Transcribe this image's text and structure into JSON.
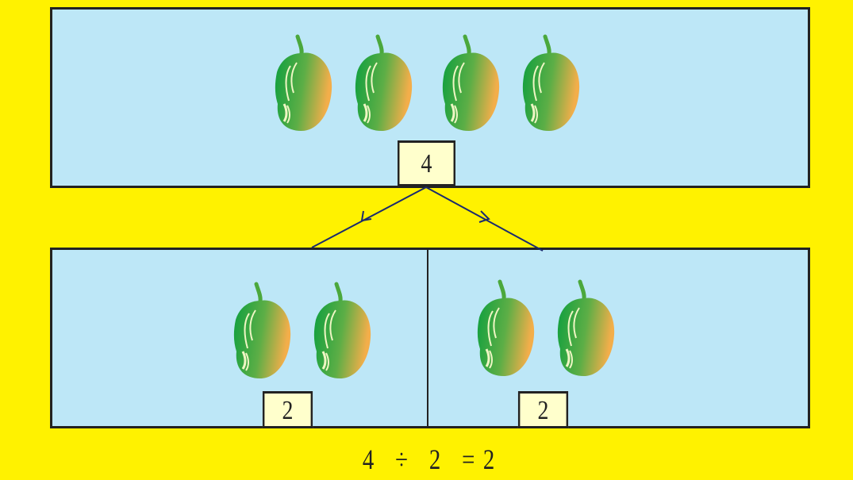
{
  "colors": {
    "background": "#FFF200",
    "panel": "#BDE7F7",
    "number_box": "#FFFFCC",
    "mango_green": "#0E9F3E",
    "mango_orange": "#F3AE4A"
  },
  "top_group": {
    "count_label": "4",
    "item_icon": "mango-icon",
    "item_count": 4
  },
  "groups": [
    {
      "count_label": "2",
      "item_icon": "mango-icon",
      "item_count": 2
    },
    {
      "count_label": "2",
      "item_icon": "mango-icon",
      "item_count": 2
    }
  ],
  "equation": {
    "dividend": "4",
    "operator": "÷",
    "divisor": "2",
    "equals": "=",
    "result": "2"
  }
}
